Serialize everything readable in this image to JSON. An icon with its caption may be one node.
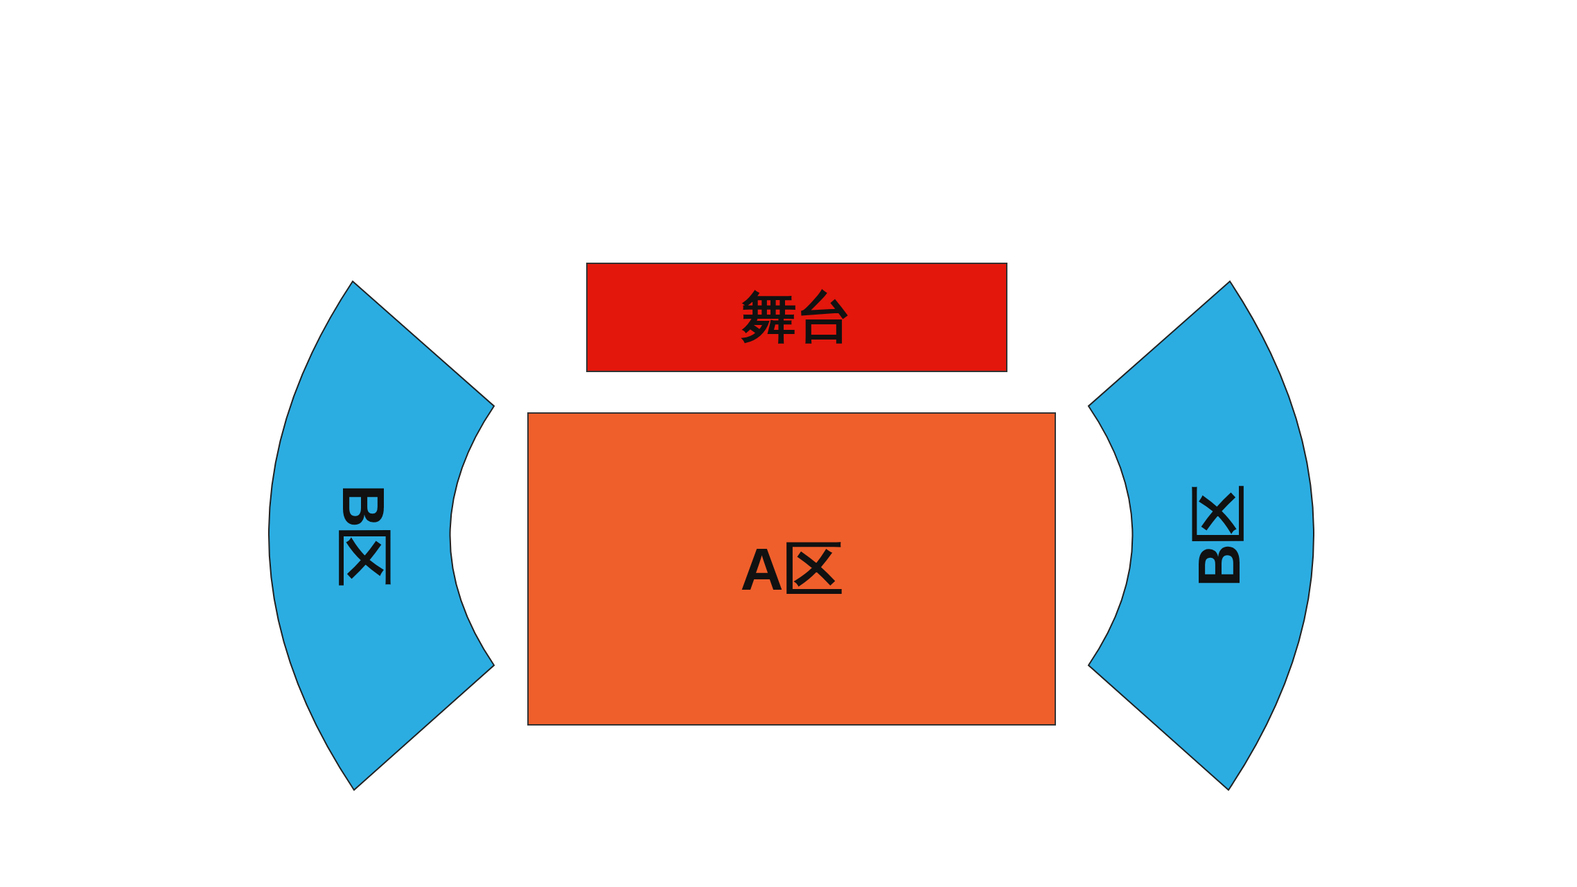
{
  "diagram": {
    "nodes": [
      {
        "text": [
          "舞台"
        ]
      },
      {
        "text": [
          "B区"
        ]
      },
      {
        "text": [
          "A区"
        ]
      },
      {
        "text": [
          "B区"
        ]
      }
    ]
  }
}
